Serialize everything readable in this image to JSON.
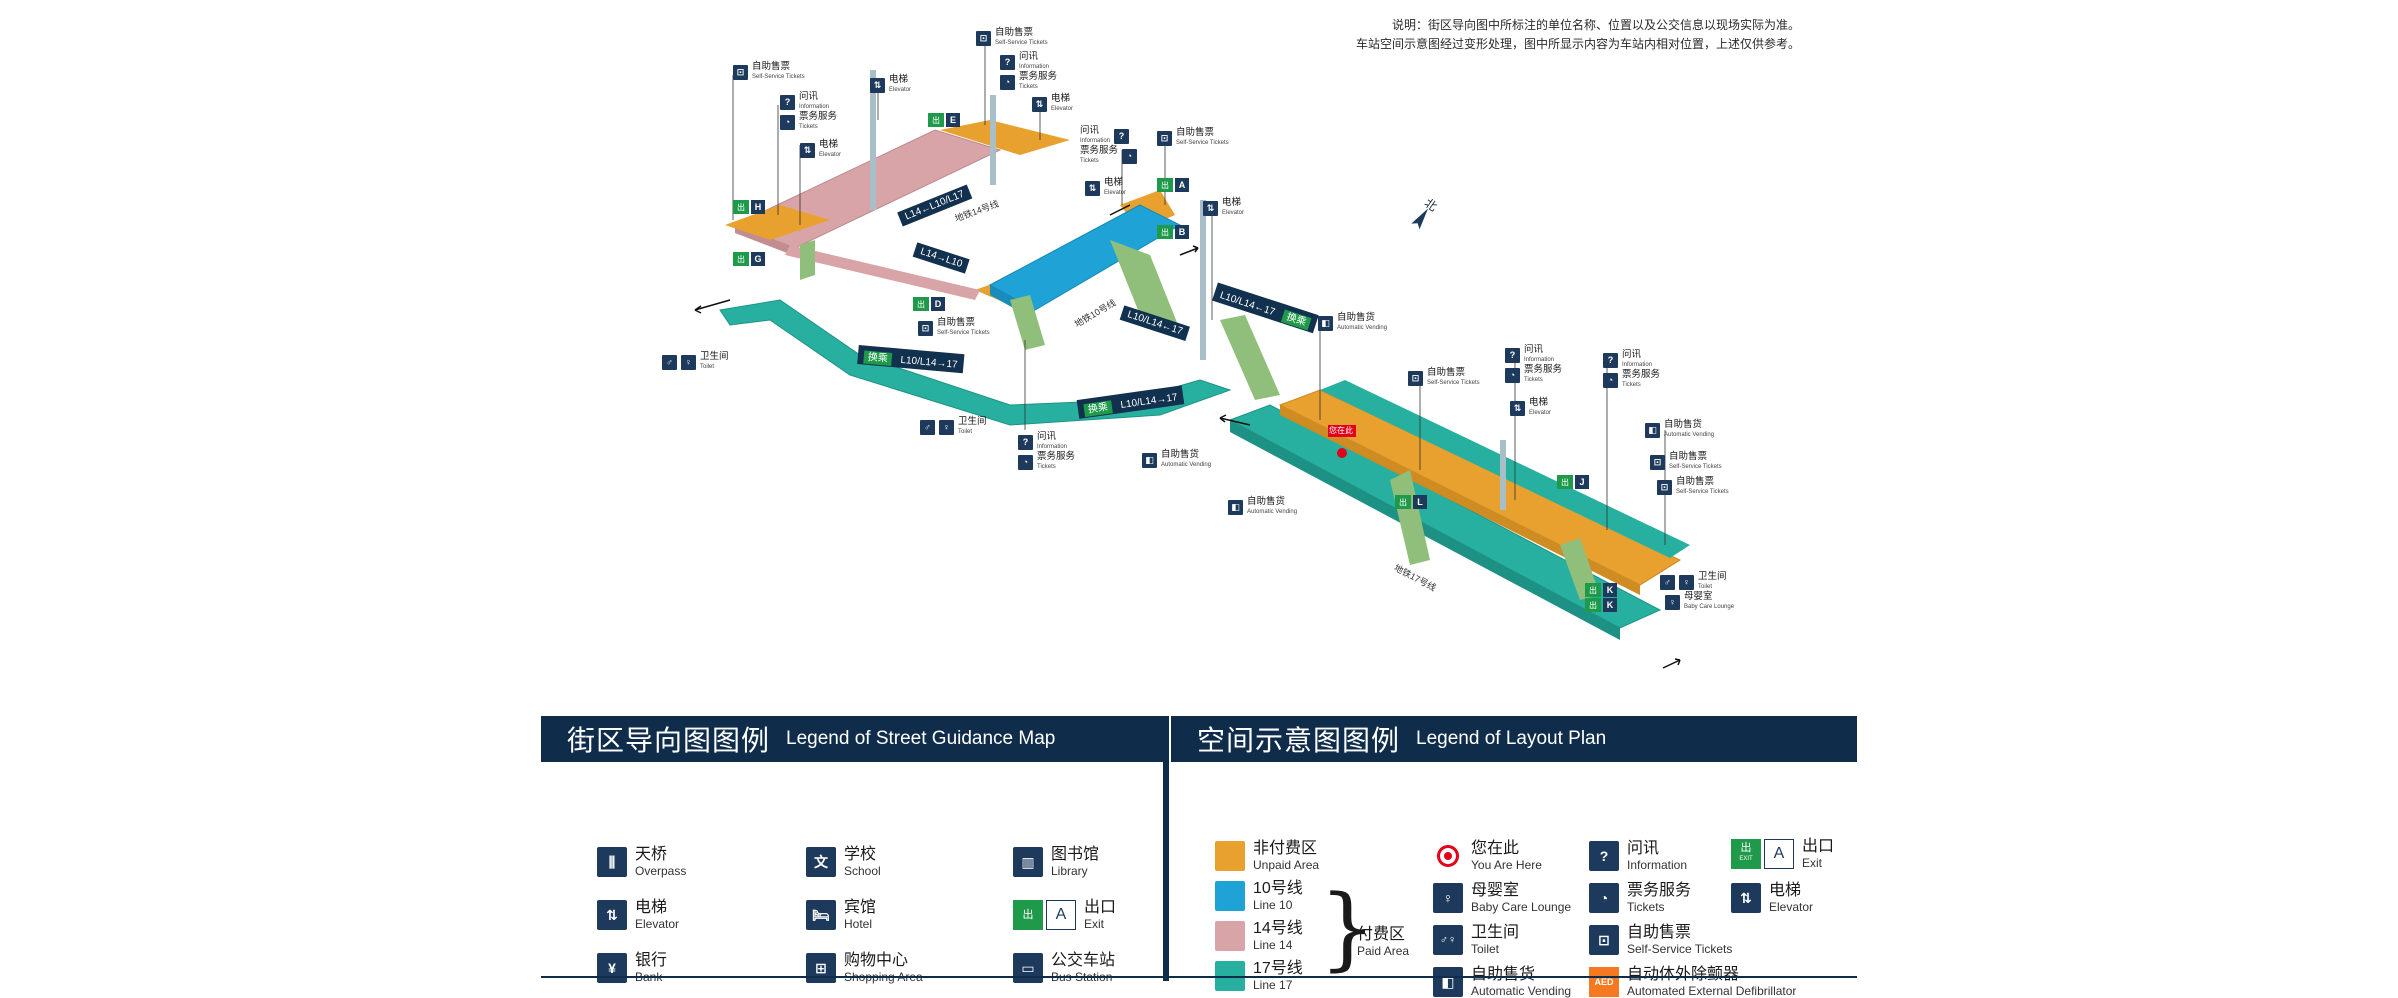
{
  "note": {
    "line1": "说明：街区导向图中所标注的单位名称、位置以及公交信息以现场实际为准。",
    "line2": "车站空间示意图经过变形处理，图中所显示内容为车站内相对位置，上述仅供参考。"
  },
  "compass": "北",
  "colors": {
    "unpaid": "#e8a02e",
    "line10": "#1fa3d6",
    "line14": "#d9a4a8",
    "line17": "#27b0a0",
    "navy": "#0f2d4b",
    "exit_green": "#1f9a4b",
    "you_are_here": "#e2001a"
  },
  "map": {
    "direction_labels": {
      "d1": "L14←L10/L17",
      "d1b": "L14→L10",
      "d2": "L10/L14←17",
      "d2g": "换乘",
      "d3": "L10/L14←17",
      "d4": "L10/L14→17",
      "d4g": "换乘",
      "d5": "L10/L14→17",
      "d5g": "换乘"
    },
    "line_names": {
      "l10": "地铁10号线",
      "l14": "地铁14号线",
      "l17": "地铁17号线"
    },
    "you_are_here": "您在此",
    "exits": [
      "H",
      "G",
      "E",
      "A",
      "B",
      "D",
      "J",
      "L",
      "K",
      "K"
    ],
    "callouts": {
      "self_service": {
        "zh": "自助售票",
        "en": "Self-Service Tickets"
      },
      "info": {
        "zh": "问讯",
        "en": "Information"
      },
      "tickets": {
        "zh": "票务服务",
        "en": "Tickets"
      },
      "elevator": {
        "zh": "电梯",
        "en": "Elevator"
      },
      "toilet": {
        "zh": "卫生间",
        "en": "Toilet"
      },
      "vending": {
        "zh": "自助售货",
        "en": "Automatic Vending"
      },
      "baby": {
        "zh": "母婴室",
        "en": "Baby Care Lounge"
      }
    }
  },
  "legend_street": {
    "title_zh": "街区导向图图例",
    "title_en": "Legend of Street Guidance Map",
    "items": [
      {
        "zh": "天桥",
        "en": "Overpass",
        "icon": "overpass-icon",
        "glyph": "⫼"
      },
      {
        "zh": "学校",
        "en": "School",
        "icon": "school-icon",
        "glyph": "文"
      },
      {
        "zh": "图书馆",
        "en": "Library",
        "icon": "library-icon",
        "glyph": "▥"
      },
      {
        "zh": "电梯",
        "en": "Elevator",
        "icon": "elevator-icon",
        "glyph": "⇅"
      },
      {
        "zh": "宾馆",
        "en": "Hotel",
        "icon": "hotel-icon",
        "glyph": "🛏"
      },
      {
        "zh": "出口",
        "en": "Exit",
        "icon": "exit-icon",
        "glyph": "A"
      },
      {
        "zh": "银行",
        "en": "Bank",
        "icon": "bank-icon",
        "glyph": "¥"
      },
      {
        "zh": "购物中心",
        "en": "Shopping Area",
        "icon": "shopping-icon",
        "glyph": "⊞"
      },
      {
        "zh": "公交车站",
        "en": "Bus Station",
        "icon": "bus-icon",
        "glyph": "▭"
      }
    ]
  },
  "legend_layout": {
    "title_zh": "空间示意图图例",
    "title_en": "Legend of Layout Plan",
    "areas": [
      {
        "zh": "非付费区",
        "en": "Unpaid Area"
      },
      {
        "zh": "10号线",
        "en": "Line 10"
      },
      {
        "zh": "14号线",
        "en": "Line 14"
      },
      {
        "zh": "17号线",
        "en": "Line 17"
      }
    ],
    "paid": {
      "zh": "付费区",
      "en": "Paid Area"
    },
    "col2": [
      {
        "zh": "您在此",
        "en": "You Are Here"
      },
      {
        "zh": "母婴室",
        "en": "Baby Care Lounge",
        "glyph": "♀"
      },
      {
        "zh": "卫生间",
        "en": "Toilet",
        "glyph": "♂♀"
      },
      {
        "zh": "自助售货",
        "en": "Automatic Vending",
        "glyph": "◧"
      }
    ],
    "col3": [
      {
        "zh": "问讯",
        "en": "Information",
        "glyph": "?"
      },
      {
        "zh": "票务服务",
        "en": "Tickets",
        "glyph": "◔"
      },
      {
        "zh": "自助售票",
        "en": "Self-Service Tickets",
        "glyph": "⊡"
      },
      {
        "zh": "自动体外除颤器",
        "en": "Automated External Defibrillator",
        "glyph": "AED"
      }
    ],
    "col4": [
      {
        "zh": "出口",
        "en": "Exit",
        "glyph": "A",
        "exit_glyph": "出",
        "exit_word": "EXIT"
      },
      {
        "zh": "电梯",
        "en": "Elevator",
        "glyph": "⇅"
      }
    ]
  }
}
